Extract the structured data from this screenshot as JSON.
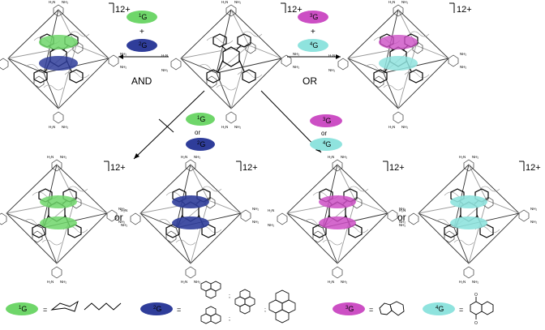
{
  "charge": "12+",
  "guests": {
    "g1": {
      "sup": "1",
      "letter": "G",
      "color": "#6fd66a"
    },
    "g2": {
      "sup": "2",
      "letter": "G",
      "color": "#2f3d9a"
    },
    "g3": {
      "sup": "3",
      "letter": "G",
      "color": "#cc4fc4"
    },
    "g4": {
      "sup": "4",
      "letter": "G",
      "color": "#8fe3de"
    }
  },
  "ops": {
    "plus": "+",
    "and": "AND",
    "or_big": "OR",
    "or_small": "or",
    "or_mid": "or",
    "equals": "="
  },
  "legend_semicolon": ";",
  "nh": "NH",
  "nh_sub": "2"
}
